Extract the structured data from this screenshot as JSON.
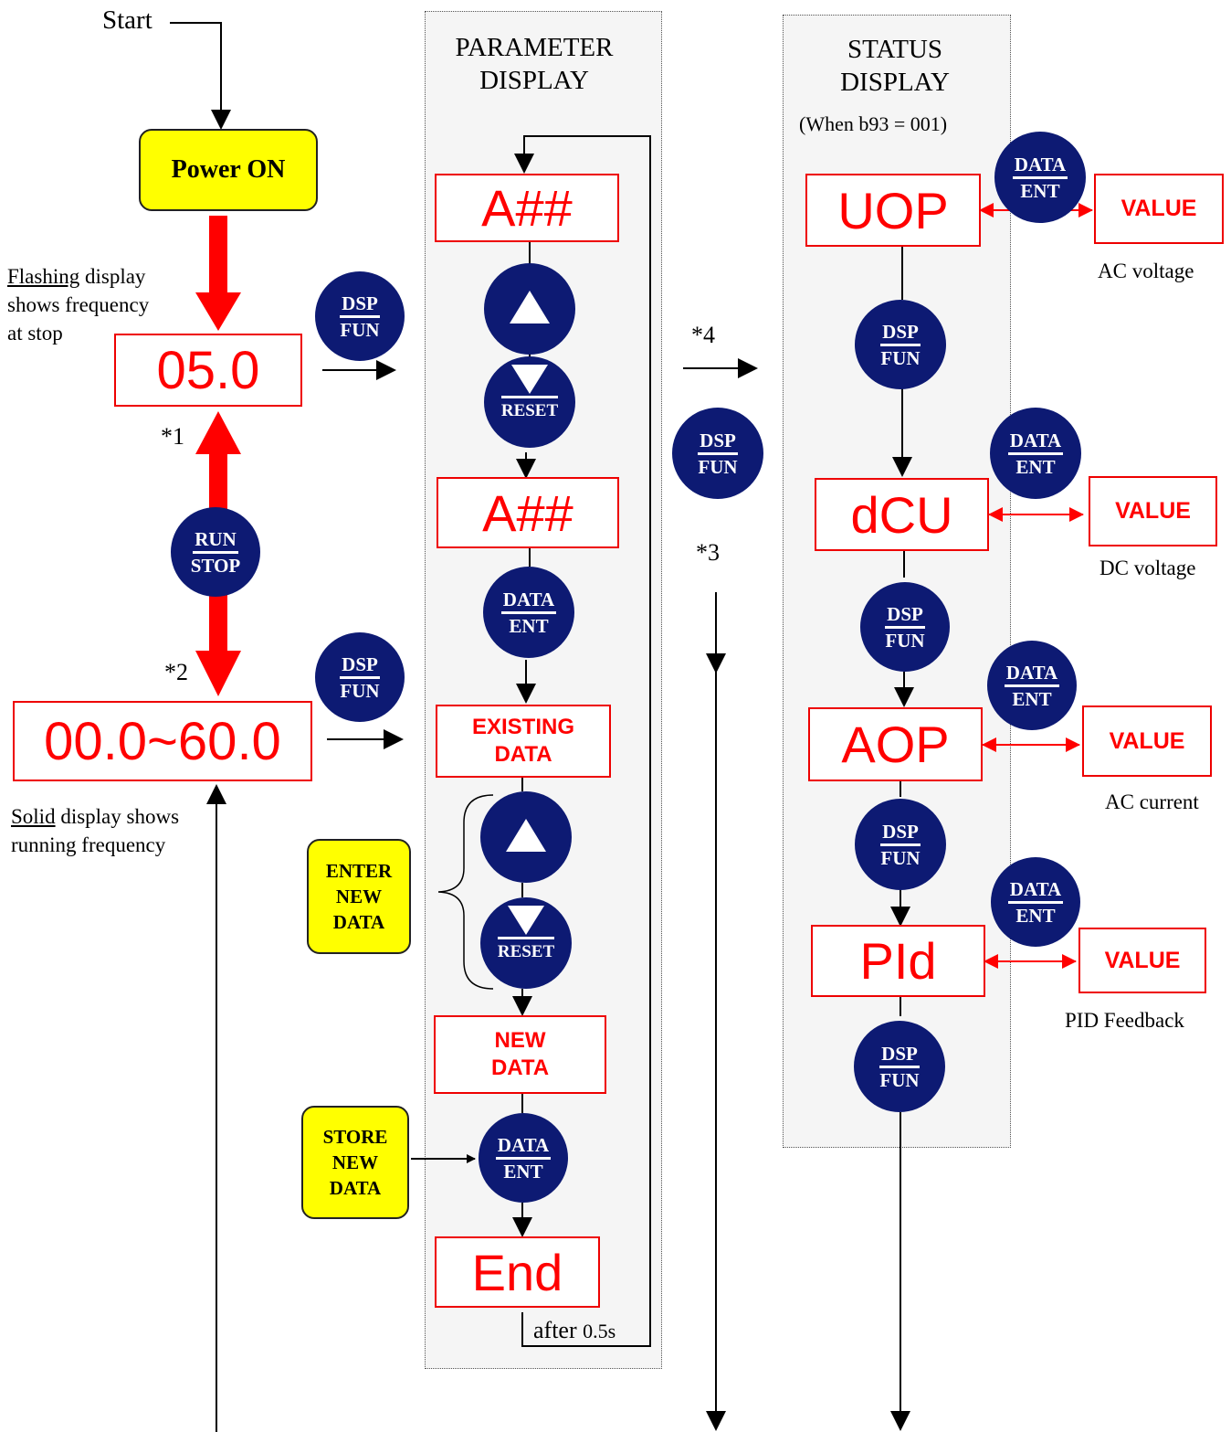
{
  "start": "Start",
  "power_on": "Power ON",
  "flashing_note": {
    "underlined": "Flashing",
    "rest1": " display",
    "line2": "shows frequency",
    "line3": "at stop"
  },
  "solid_note": {
    "underlined": "Solid",
    "rest1": " display shows",
    "line2": "running frequency"
  },
  "stop_display": "05.0",
  "run_display": "00.0~60.0",
  "notes": {
    "n1": "*1",
    "n2": "*2",
    "n3": "*3",
    "n4": "*4"
  },
  "buttons": {
    "dsp_top": "DSP",
    "dsp_bot": "FUN",
    "data_top": "DATA",
    "data_bot": "ENT",
    "run_top": "RUN",
    "run_bot": "STOP",
    "reset": "RESET"
  },
  "parameter_panel": {
    "title_l1": "PARAMETER",
    "title_l2": "DISPLAY",
    "code1": "A##",
    "code2": "A##",
    "existing_l1": "EXISTING",
    "existing_l2": "DATA",
    "new_l1": "NEW",
    "new_l2": "DATA",
    "end": "End",
    "after": "after ",
    "after_time": "0.5s",
    "enter_new": [
      "ENTER",
      "NEW",
      "DATA"
    ],
    "store_new": [
      "STORE",
      "NEW",
      "DATA"
    ]
  },
  "status_panel": {
    "title_l1": "STATUS",
    "title_l2": "DISPLAY",
    "subtitle": "(When b93 = 001)",
    "items": [
      {
        "code": "UOP",
        "value": "VALUE",
        "caption": "AC voltage"
      },
      {
        "code": "dCU",
        "value": "VALUE",
        "caption": "DC voltage"
      },
      {
        "code": "AOP",
        "value": "VALUE",
        "caption": "AC current"
      },
      {
        "code": "PId",
        "value": "VALUE",
        "caption": "PID Feedback"
      }
    ]
  },
  "colors": {
    "red": "#ff0000",
    "navy": "#0d1a73",
    "yellow": "#ffff00",
    "panel": "#f5f5f5"
  }
}
